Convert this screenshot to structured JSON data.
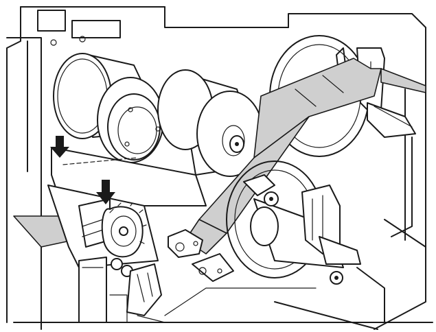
{
  "diagram": {
    "type": "line-illustration",
    "subject": "",
    "colors": {
      "line": "#1a1a1a",
      "paper": "#ffffff",
      "ribbon": "#cfcfcf"
    },
    "markers": [
      {
        "name": "arrow-icon",
        "direction": "down"
      },
      {
        "name": "arrow-icon",
        "direction": "down"
      }
    ]
  }
}
